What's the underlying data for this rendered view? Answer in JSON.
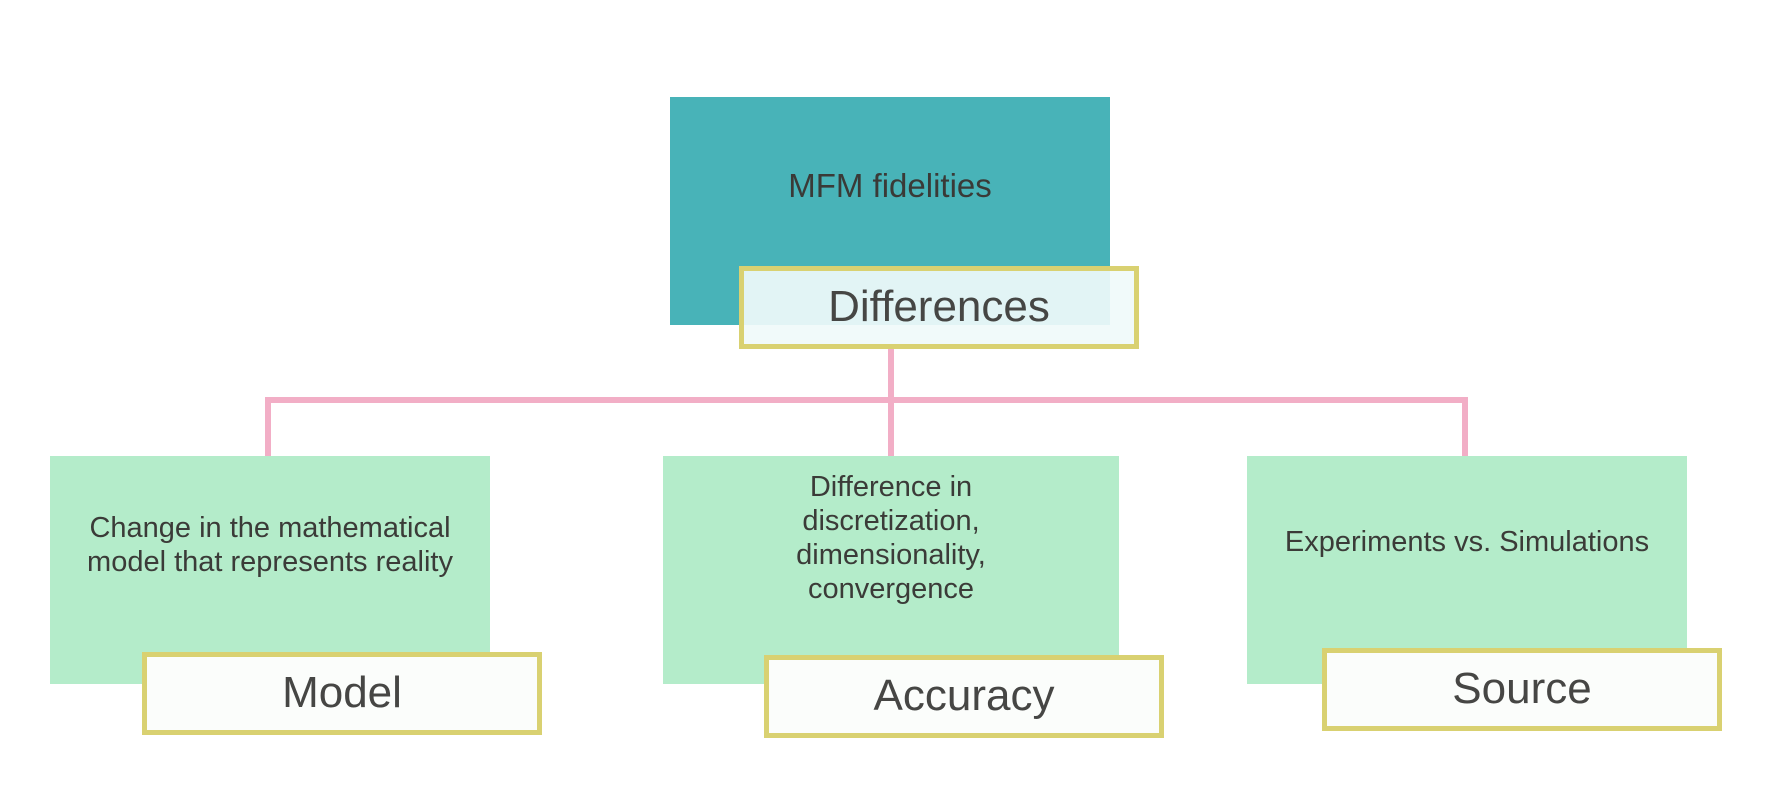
{
  "diagram": {
    "title_node": {
      "text": "MFM fidelities",
      "fill": "#48b3b8"
    },
    "root_label": {
      "text": "Differences",
      "fill": "#f0fafa",
      "border": "#d9d171"
    },
    "connector_color": "#f2aec6",
    "children": [
      {
        "body": "Change in the mathematical model that represents reality",
        "label": "Model",
        "fill": "#b4ecca",
        "label_border": "#d9d171"
      },
      {
        "body": "Difference in discretization, dimensionality, convergence",
        "label": "Accuracy",
        "fill": "#b4ecca",
        "label_border": "#d9d171"
      },
      {
        "body": "Experiments vs. Simulations",
        "label": "Source",
        "fill": "#b4ecca",
        "label_border": "#d9d171"
      }
    ]
  }
}
